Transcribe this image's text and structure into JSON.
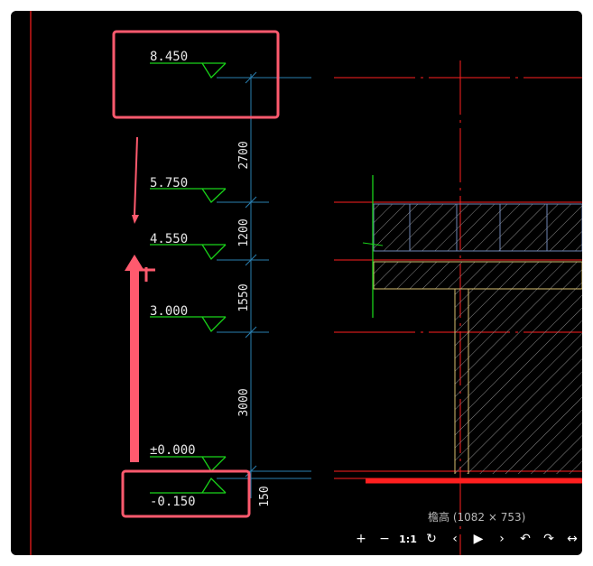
{
  "drawing": {
    "elevations": [
      {
        "label": "8.450"
      },
      {
        "label": "5.750"
      },
      {
        "label": "4.550"
      },
      {
        "label": "3.000"
      },
      {
        "label": "±0.000"
      },
      {
        "label": "-0.150"
      }
    ],
    "dimensions": [
      "2700",
      "1200",
      "1550",
      "3000",
      "150"
    ]
  },
  "viewer": {
    "caption": "檐高 (1082 × 753)",
    "toolbar": {
      "zoom_in": "+",
      "zoom_out": "−",
      "actual_size": "1:1",
      "rotate": "↻",
      "prev": "‹",
      "play": "▶",
      "next": "›",
      "undo": "↶",
      "redo": "↷",
      "fit_width": "↔"
    }
  },
  "colors": {
    "background": "#000000",
    "annotation": "#ff5a6e",
    "elevation_green": "#19d219",
    "dimension_blue": "#2a7fb0",
    "axis_red": "#ff1f1f",
    "structure_yellow": "#d9c070"
  }
}
